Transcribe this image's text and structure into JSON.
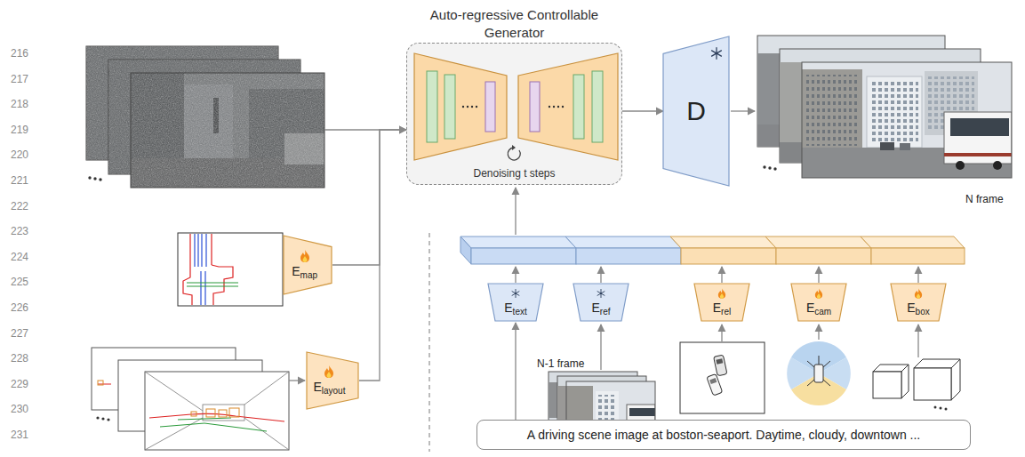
{
  "diagram": {
    "nodes": [
      {
        "text": [
          "Auto-regressive Controllable Generator",
          "Denoising t steps"
        ]
      },
      {
        "text": [
          "D"
        ]
      },
      {
        "text": [
          "E",
          "map"
        ]
      },
      {
        "text": [
          "E",
          "layout"
        ]
      },
      {
        "text": [
          "E",
          "text"
        ]
      },
      {
        "text": [
          "E",
          "ref"
        ]
      },
      {
        "text": [
          "E",
          "rel"
        ]
      },
      {
        "text": [
          "E",
          "cam"
        ]
      },
      {
        "text": [
          "E",
          "box"
        ]
      },
      {
        "text": [
          "A driving scene image at boston-seaport. Daytime, cloudy, downtown ..."
        ]
      }
    ],
    "edges": [
      {
        "from": 2,
        "to": 0,
        "arrow": "to"
      },
      {
        "from": 3,
        "to": 0,
        "arrow": "to"
      },
      {
        "from": 0,
        "to": 1,
        "arrow": "to"
      },
      {
        "from": 9,
        "to": 4,
        "arrow": "to"
      }
    ],
    "labels": [
      "216",
      "217",
      "218",
      "219",
      "220",
      "221",
      "222",
      "223",
      "224",
      "225",
      "226",
      "227",
      "228",
      "229",
      "230",
      "231",
      "N frame",
      "N-1 frame"
    ]
  }
}
